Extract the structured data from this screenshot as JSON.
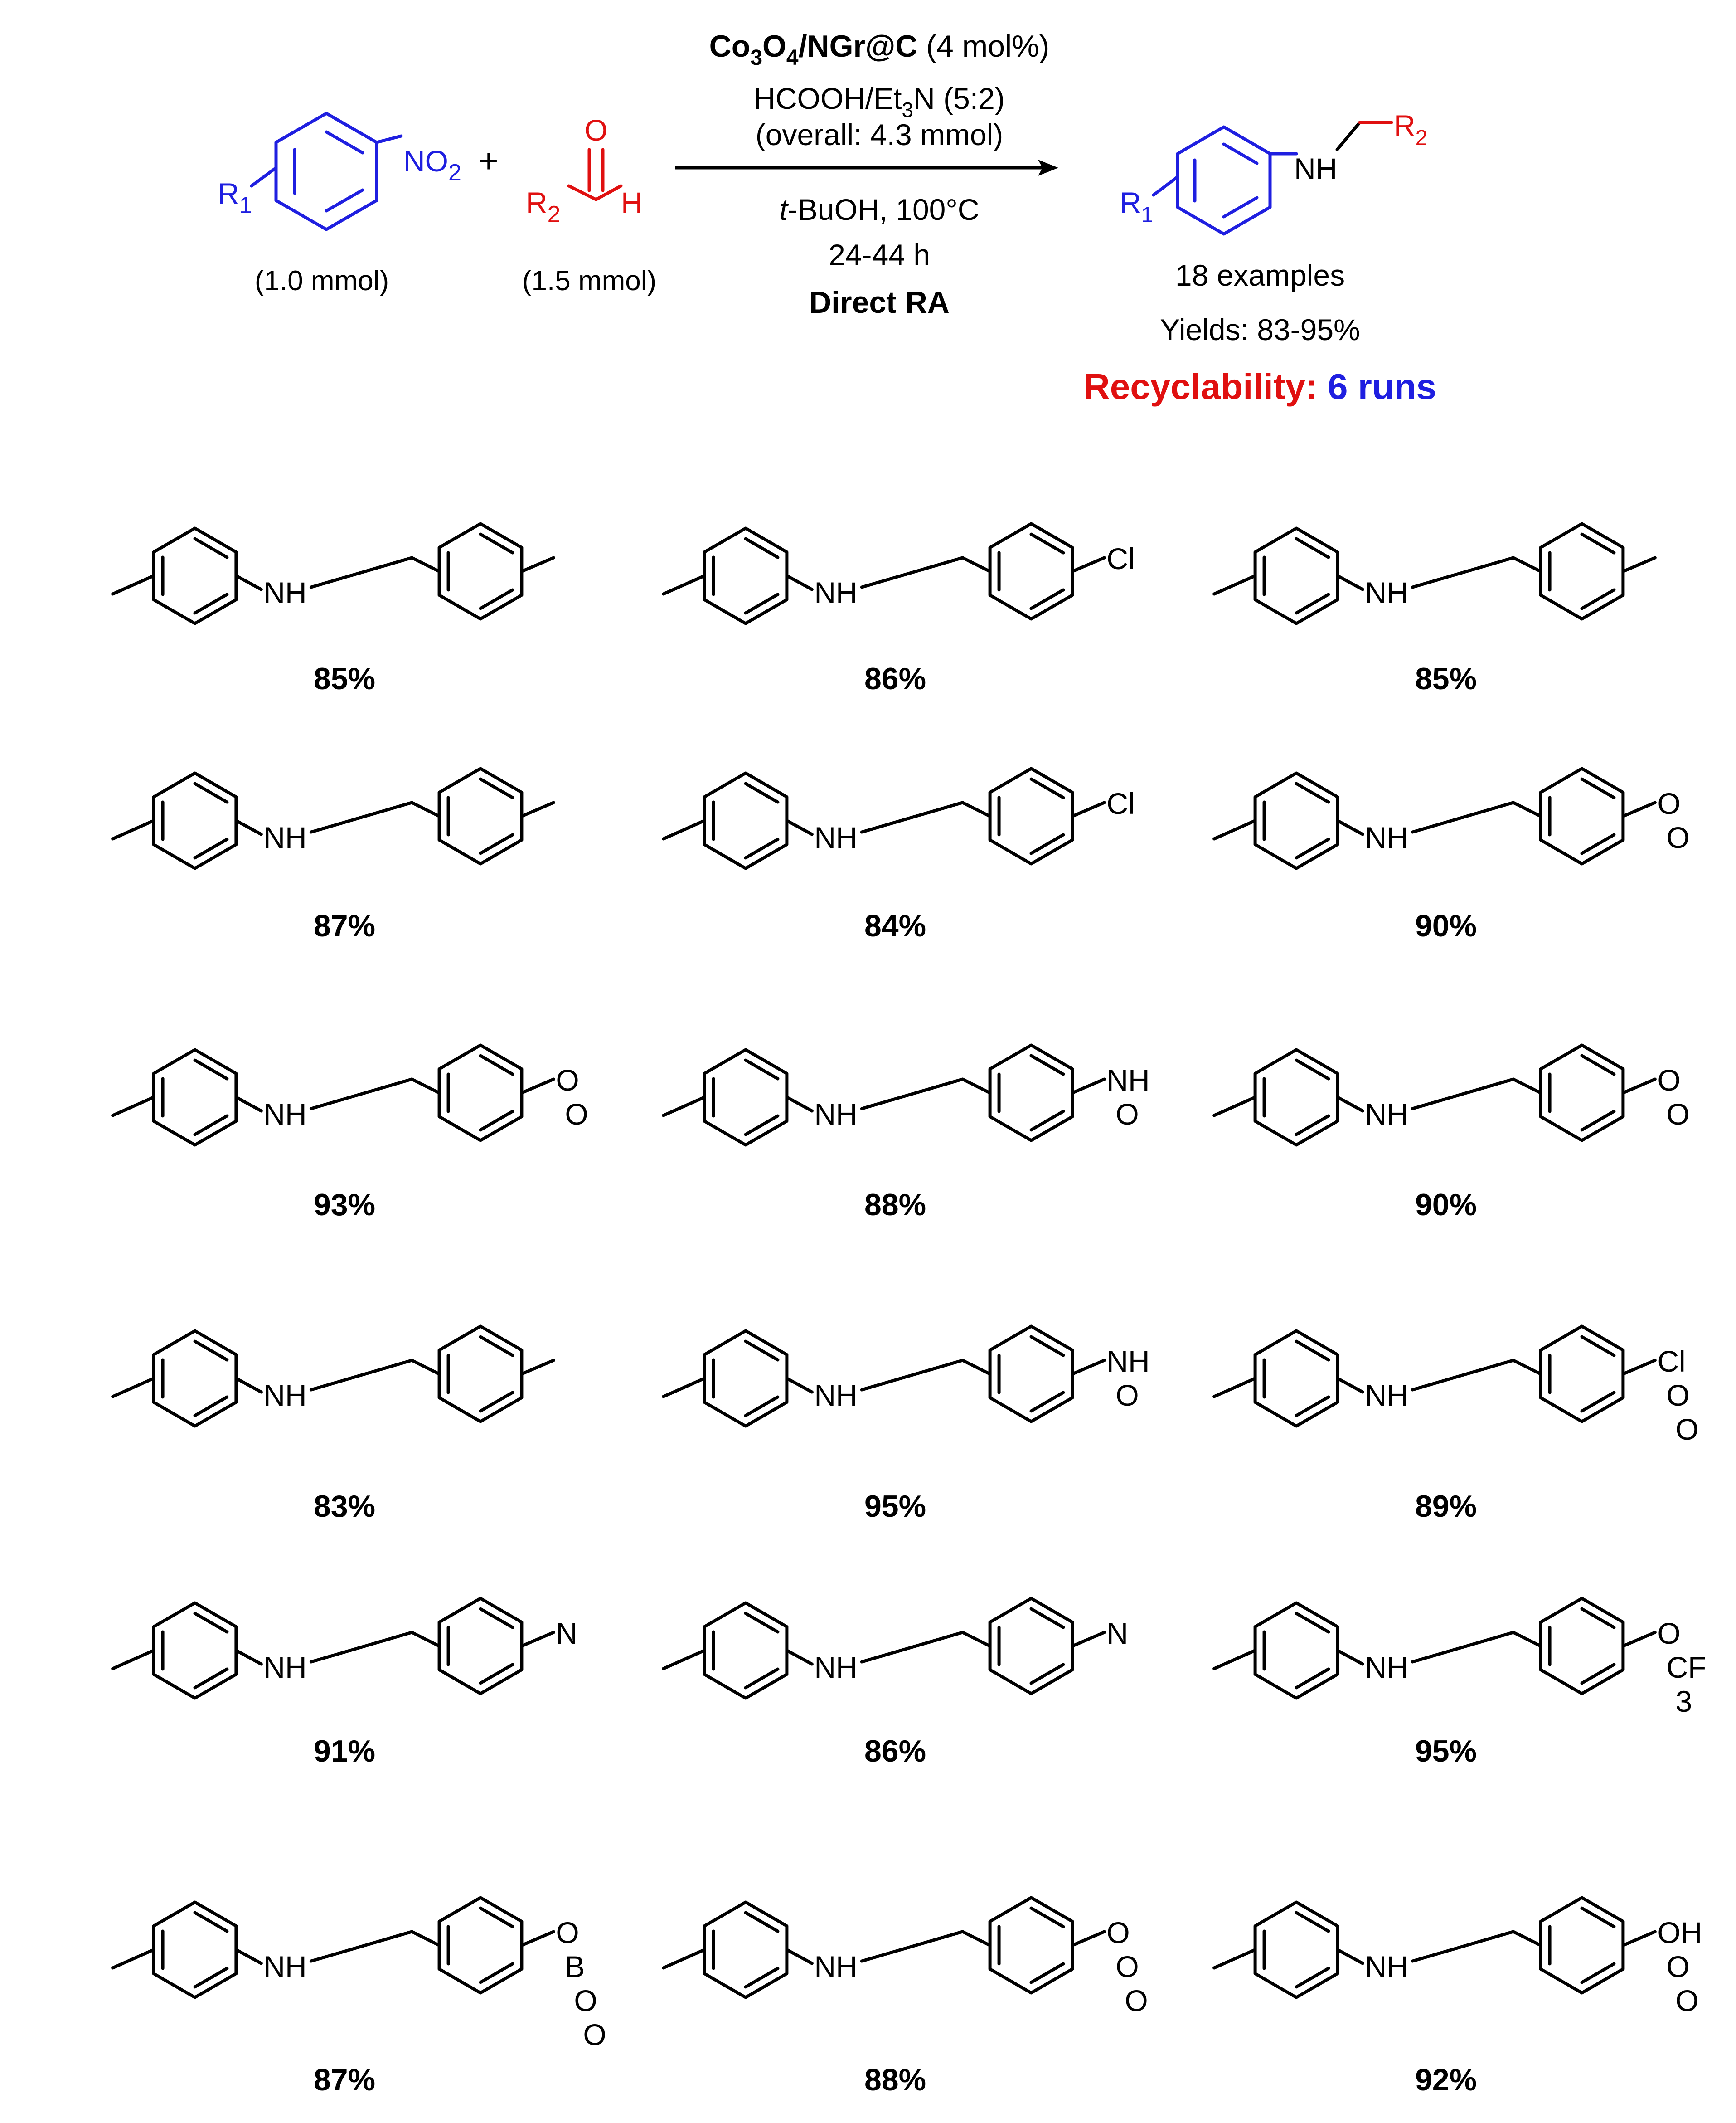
{
  "scheme": {
    "reactant1": {
      "amount": "(1.0 mmol)",
      "labels": {
        "substituent": "R",
        "substituent_sub": "1",
        "nitro": "NO",
        "nitro_sub": "2"
      }
    },
    "plus": "+",
    "reactant2": {
      "amount": "(1.5 mmol)",
      "labels": {
        "oxygen": "O",
        "r2": "R",
        "r2_sub": "2",
        "hydrogen": "H"
      }
    },
    "conditions": {
      "catalyst_co": "Co",
      "catalyst_sub1": "3",
      "catalyst_o": "O",
      "catalyst_sub2": "4",
      "catalyst_rest": "/NGr@C",
      "catalyst_loading": " (4 mol%)",
      "reductant_a": "HCOOH/Et",
      "reductant_sub": "3",
      "reductant_b": "N (5:2)",
      "overall": "(overall: 4.3 mmol)",
      "solvent_italic": "t",
      "solvent_rest": "-BuOH, 100°C",
      "time": "24-44 h",
      "method": "Direct RA"
    },
    "product": {
      "labels": {
        "nh": "NH",
        "r1": "R",
        "r1_sub": "1",
        "r2": "R",
        "r2_sub": "2"
      },
      "examples": "18 examples",
      "yields": "Yields: 83-95%",
      "recyclability_label": "Recyclability: ",
      "recyclability_value": "6 runs",
      "recyclability_label_color": "#e01010",
      "recyclability_value_color": "#1f1fe0"
    }
  },
  "colors": {
    "nitroarene": "#1f1fe0",
    "aldehyde": "#e01010",
    "bonds": "#000000"
  },
  "examples": [
    {
      "yield": "85%",
      "labels": [
        "NH"
      ]
    },
    {
      "yield": "86%",
      "labels": [
        "NH",
        "Cl"
      ]
    },
    {
      "yield": "85%",
      "labels": [
        "NH"
      ]
    },
    {
      "yield": "87%",
      "labels": [
        "NH"
      ]
    },
    {
      "yield": "84%",
      "labels": [
        "NH",
        "Cl"
      ]
    },
    {
      "yield": "90%",
      "labels": [
        "NH",
        "O",
        "O"
      ]
    },
    {
      "yield": "93%",
      "labels": [
        "NH",
        "O",
        "O"
      ]
    },
    {
      "yield": "88%",
      "labels": [
        "NH",
        "NH",
        "O"
      ]
    },
    {
      "yield": "90%",
      "labels": [
        "NH",
        "O",
        "O"
      ]
    },
    {
      "yield": "83%",
      "labels": [
        "NH"
      ]
    },
    {
      "yield": "95%",
      "labels": [
        "NH",
        "NH",
        "O"
      ]
    },
    {
      "yield": "89%",
      "labels": [
        "NH",
        "Cl",
        "O",
        "O"
      ]
    },
    {
      "yield": "91%",
      "labels": [
        "NH",
        "N"
      ]
    },
    {
      "yield": "86%",
      "labels": [
        "NH",
        "N"
      ]
    },
    {
      "yield": "95%",
      "labels": [
        "NH",
        "O",
        "CF",
        "3"
      ]
    },
    {
      "yield": "87%",
      "labels": [
        "NH",
        "O",
        "B",
        "O",
        "O"
      ]
    },
    {
      "yield": "88%",
      "labels": [
        "NH",
        "O",
        "O",
        "O"
      ]
    },
    {
      "yield": "92%",
      "labels": [
        "NH",
        "OH",
        "O",
        "O"
      ]
    }
  ]
}
